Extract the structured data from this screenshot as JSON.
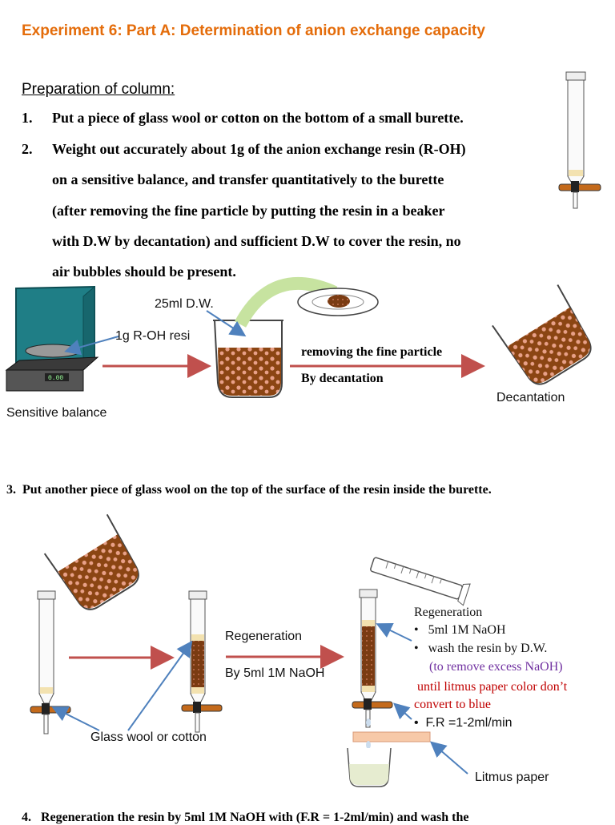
{
  "title": "Experiment 6: Part A:  Determination of anion exchange capacity",
  "section_heading": "Preparation of column:",
  "steps": [
    {
      "num": "1.",
      "lines": [
        "Put a piece of glass wool or cotton on the bottom of a small burette."
      ]
    },
    {
      "num": "2.",
      "lines": [
        "Weight out accurately about 1g of the anion exchange resin (R-OH)",
        "on a sensitive balance, and transfer quantitatively to the burette",
        "(after removing the fine particle by putting the resin in a beaker",
        "with D.W by decantation) and sufficient D.W to cover the resin, no",
        "air bubbles should be present."
      ]
    },
    {
      "num": "3.",
      "lines": [
        "Put another piece of glass wool on the top of the surface of the resin inside the burette."
      ]
    },
    {
      "num": "4.",
      "lines": [
        "Regeneration the resin by 5ml 1M NaOH with (F.R = 1-2ml/min) and wash the"
      ]
    }
  ],
  "figure1": {
    "label_dw": "25ml D.W.",
    "label_resin": "1g R-OH resi",
    "balance_label": "Sensitive balance",
    "balance_display": "0.00",
    "arrow_label_1": "removing the fine particle",
    "arrow_label_2": "By decantation",
    "decantation_label": "Decantation"
  },
  "figure2": {
    "regen_label_1": "Regeneration",
    "regen_label_2": "By 5ml 1M NaOH",
    "glass_wool_label": "Glass wool or cotton",
    "box_title": "Regeneration",
    "bullet_1": "5ml 1M NaOH",
    "bullet_2": "wash the resin by D.W.",
    "note_purple": "(to remove excess NaOH)",
    "note_red_1": "until litmus paper color don’t",
    "note_red_2": "convert to blue",
    "bullet_3": "F.R =1-2ml/min",
    "litmus_label": "Litmus paper",
    "bullet_char": "•"
  },
  "colors": {
    "title": "#e46c0a",
    "purple": "#7030a0",
    "red": "#c00000",
    "arrow": "#c0504d",
    "pointer": "#4f81bd",
    "resin": "#8b4513"
  }
}
